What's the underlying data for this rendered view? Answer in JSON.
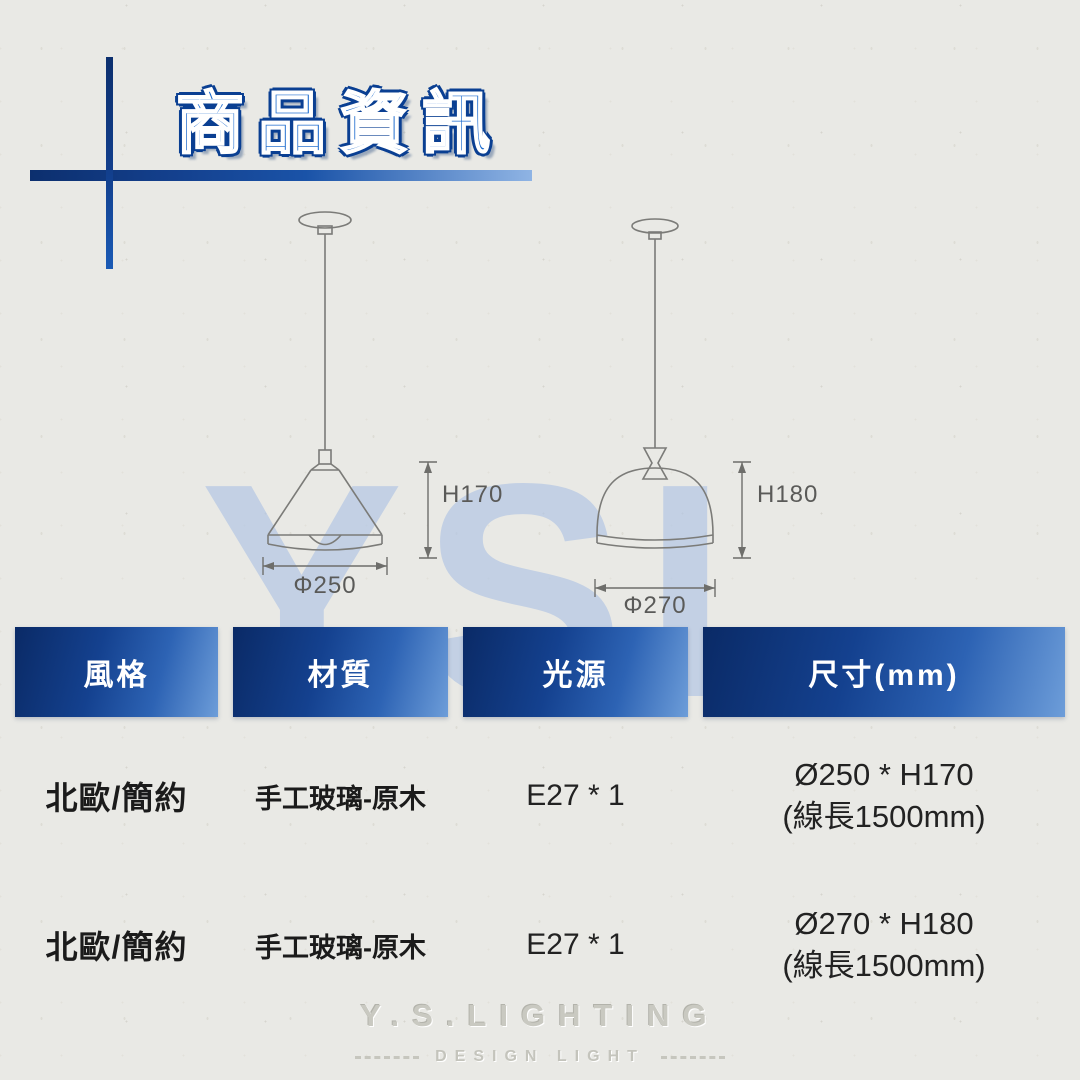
{
  "header": {
    "title": "商品資訊"
  },
  "diagrams": {
    "lamp1": {
      "height": "H170",
      "diameter": "Φ250"
    },
    "lamp2": {
      "height": "H180",
      "diameter": "Φ270"
    }
  },
  "table": {
    "headers": [
      "風格",
      "材質",
      "光源",
      "尺寸(mm)"
    ],
    "rows": [
      {
        "style": "北歐/簡約",
        "material": "手工玻璃-原木",
        "light_source": "E27 * 1",
        "size": "Ø250 * H170",
        "size_note": "(線長1500mm)"
      },
      {
        "style": "北歐/簡約",
        "material": "手工玻璃-原木",
        "light_source": "E27 * 1",
        "size": "Ø270 * H180",
        "size_note": "(線長1500mm)"
      }
    ]
  },
  "watermark": "YSL",
  "footer": {
    "brand": "Y.S.LIGHTING",
    "tagline": "DESIGN LIGHT"
  },
  "colors": {
    "accent_dark": "#0a2a66",
    "accent": "#1d57ae",
    "accent_light": "#6d9dd9",
    "title_blue": "#1566cc"
  }
}
